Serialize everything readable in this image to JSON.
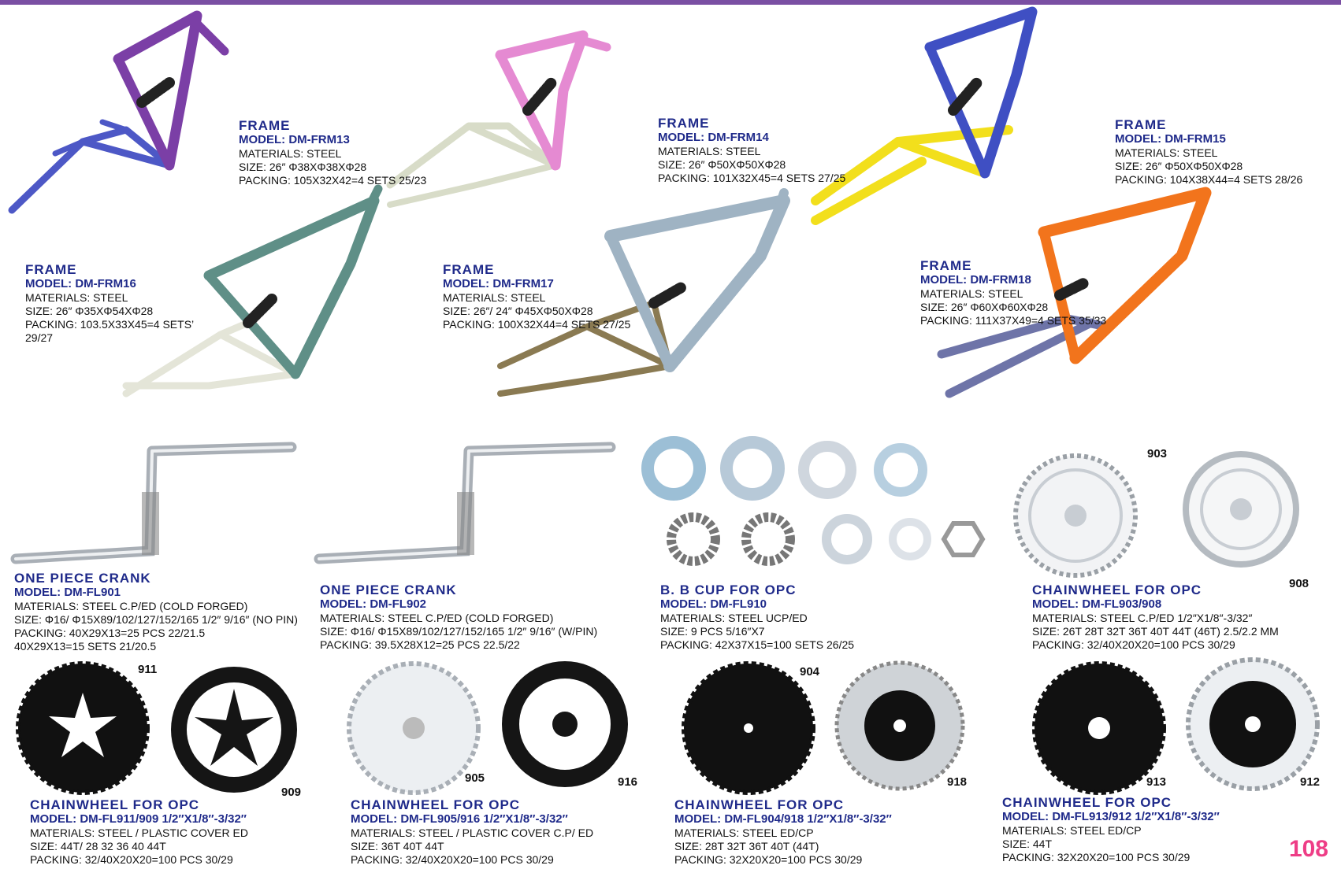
{
  "page_number": "108",
  "frames": [
    {
      "title": "FRAME",
      "model": "MODEL: DM-FRM13",
      "materials": "MATERIALS:  STEEL",
      "size": "SIZE:  26″  Φ38XΦ38XΦ28",
      "packing": "PACKING: 105X32X42=4 SETS  25/23",
      "packing2": ""
    },
    {
      "title": "FRAME",
      "model": "MODEL: DM-FRM14",
      "materials": "MATERIALS:  STEEL",
      "size": "SIZE:  26″  Φ50XΦ50XΦ28",
      "packing": "PACKING: 101X32X45=4 SETS   27/25",
      "packing2": ""
    },
    {
      "title": "FRAME",
      "model": "MODEL: DM-FRM15",
      "materials": "MATERIALS:  STEEL",
      "size": "SIZE:  26″  Φ50XΦ50XΦ28",
      "packing": "PACKING: 104X38X44=4 SETS   28/26",
      "packing2": ""
    },
    {
      "title": "FRAME",
      "model": "MODEL: DM-FRM16",
      "materials": "MATERIALS:  STEEL",
      "size": "SIZE: 26″  Φ35XΦ54XΦ28",
      "packing": "PACKING: 103.5X33X45=4 SETS’",
      "packing2": "29/27"
    },
    {
      "title": "FRAME",
      "model": "MODEL: DM-FRM17",
      "materials": "MATERIALS:  STEEL",
      "size": "SIZE:  26″/ 24″   Φ45XΦ50XΦ28",
      "packing": "PACKING: 100X32X44=4 SETS   27/25",
      "packing2": ""
    },
    {
      "title": "FRAME",
      "model": "MODEL: DM-FRM18",
      "materials": "MATERIALS:  STEEL",
      "size": "SIZE:  26″    Φ60XΦ60XΦ28",
      "packing": "PACKING: 111X37X49=4 SETS   35/33",
      "packing2": ""
    }
  ],
  "parts": [
    {
      "title": "ONE PIECE  CRANK",
      "model": "MODEL: DM-FL901",
      "lines": [
        "MATERIALS:  STEEL C.P/ED (COLD  FORGED)",
        "SIZE:  Φ16/ Φ15X89/102/127/152/165  1/2″ 9/16″ (NO  PIN)",
        "PACKING: 40X29X13=25 PCS    22/21.5",
        "40X29X13=15 SETS   21/20.5"
      ]
    },
    {
      "title": "ONE PIECE  CRANK",
      "model": "MODEL: DM-FL902",
      "lines": [
        "MATERIALS:  STEEL C.P/ED (COLD  FORGED)",
        "SIZE:  Φ16/ Φ15X89/102/127/152/165  1/2″ 9/16″ (W/PIN)",
        "PACKING: 39.5X28X12=25 PCS    22.5/22"
      ]
    },
    {
      "title": "B. B CUP  FOR  OPC",
      "model": "MODEL: DM-FL910",
      "lines": [
        "MATERIALS:  STEEL  UCP/ED",
        "SIZE:  9 PCS  5/16″X7",
        "PACKING: 42X37X15=100 SETS   26/25"
      ]
    },
    {
      "title": "CHAINWHEEL FOR  OPC",
      "model": "MODEL: DM-FL903/908",
      "lines": [
        "MATERIALS:  STEEL C.P/ED  1/2″X1/8″-3/32″",
        "SIZE:  26T  28T  32T  36T  40T  44T  (46T)  2.5/2.2 MM",
        "PACKING: 32/40X20X20=100 PCS   30/29"
      ]
    },
    {
      "title": "CHAINWHEEL FOR  OPC",
      "model": "MODEL: DM-FL911/909  1/2″X1/8″-3/32″",
      "lines": [
        "MATERIALS:  STEEL / PLASTIC  COVER  ED",
        "SIZE:  44T/ 28  32  36  40  44T",
        "PACKING: 32/40X20X20=100 PCS     30/29"
      ]
    },
    {
      "title": "CHAINWHEEL FOR  OPC",
      "model": "MODEL: DM-FL905/916  1/2″X1/8″-3/32″",
      "lines": [
        "MATERIALS:  STEEL / PLASTIC  COVER  C.P/ ED",
        "SIZE:  36T  40T   44T",
        "PACKING: 32/40X20X20=100 PCS     30/29"
      ]
    },
    {
      "title": "CHAINWHEEL FOR  OPC",
      "model": "MODEL: DM-FL904/918  1/2″X1/8″-3/32″",
      "lines": [
        "MATERIALS:  STEEL   ED/CP",
        "SIZE:  28T   32T  36T  40T  (44T)",
        "PACKING: 32X20X20=100 PCS     30/29"
      ]
    },
    {
      "title": "CHAINWHEEL FOR  OPC",
      "model": "MODEL: DM-FL913/912  1/2″X1/8″-3/32″",
      "lines": [
        "MATERIALS:  STEEL   ED/CP",
        "SIZE:  44T",
        "PACKING: 32X20X20=100 PCS     30/29"
      ]
    }
  ],
  "image_numbers": [
    "903",
    "908",
    "911",
    "909",
    "905",
    "916",
    "904",
    "918",
    "913",
    "912"
  ],
  "frame_colors": {
    "frm13": "#7b3fa6",
    "frm13_rear": "#4d58c6",
    "frm14": "#e58ad2",
    "frm14_rear": "#e8ebdc",
    "frm15": "#3f4fc3",
    "frm15_rear": "#f2df1c",
    "frm16": "#5f8f87",
    "frm16_rear": "#e4e5d8",
    "frm17": "#9fb3c3",
    "frm17_rear": "#8a7a52",
    "frm18": "#f2741c",
    "frm18_rear": "#6e74a8"
  }
}
